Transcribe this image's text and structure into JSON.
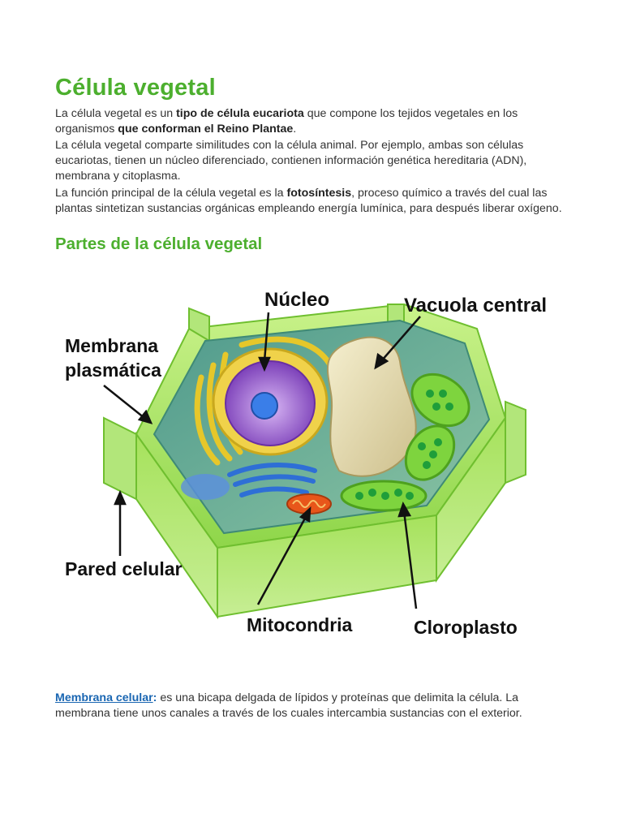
{
  "title": "Célula vegetal",
  "intro": {
    "p1": {
      "t1": "La célula vegetal es un ",
      "b1": "tipo de célula eucariota",
      "t2": " que compone los tejidos vegetales en los organismos ",
      "b2": "que conforman el Reino Plantae",
      "t3": "."
    },
    "p2": "La célula vegetal comparte similitudes con la célula animal. Por ejemplo, ambas son células eucariotas, tienen un núcleo diferenciado, contienen información genética hereditaria (ADN), membrana y citoplasma.",
    "p3": {
      "t1": "La función principal de la célula vegetal es la ",
      "b1": "fotosíntesis",
      "t2": ", proceso químico a través del cual las plantas sintetizan sustancias orgánicas empleando energía lumínica, para después liberar oxígeno."
    }
  },
  "section_title": "Partes de la célula vegetal",
  "diagram_labels": {
    "nucleo": "Núcleo",
    "vacuola": "Vacuola central",
    "membrana_line1": "Membrana",
    "membrana_line2": "plasmática",
    "pared": "Pared celular",
    "mitocondria": "Mitocondria",
    "cloroplasto": "Cloroplasto"
  },
  "definition": {
    "term": "Membrana celular",
    "colon": ":",
    "text": " es una bicapa delgada de lípidos y proteínas que delimita la célula. La membrana tiene unos canales a través de los cuales intercambia sustancias con el exterior."
  },
  "colors": {
    "heading_green": "#4caf2e",
    "link_blue": "#1a66b2",
    "text": "#333333"
  }
}
